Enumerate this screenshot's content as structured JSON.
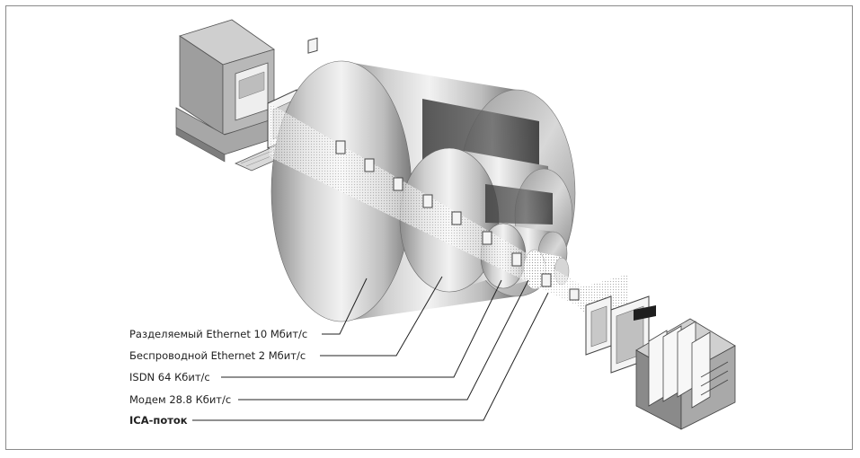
{
  "labels": {
    "shared_ethernet": "Разделяемый Ethernet 10 Мбит/с",
    "wireless_ethernet": "Беспроводной Ethernet 2 Мбит/с",
    "isdn": "ISDN 64 Кбит/с",
    "modem": "Модем 28.8 Кбит/с",
    "ica_stream": "ICA-поток"
  }
}
